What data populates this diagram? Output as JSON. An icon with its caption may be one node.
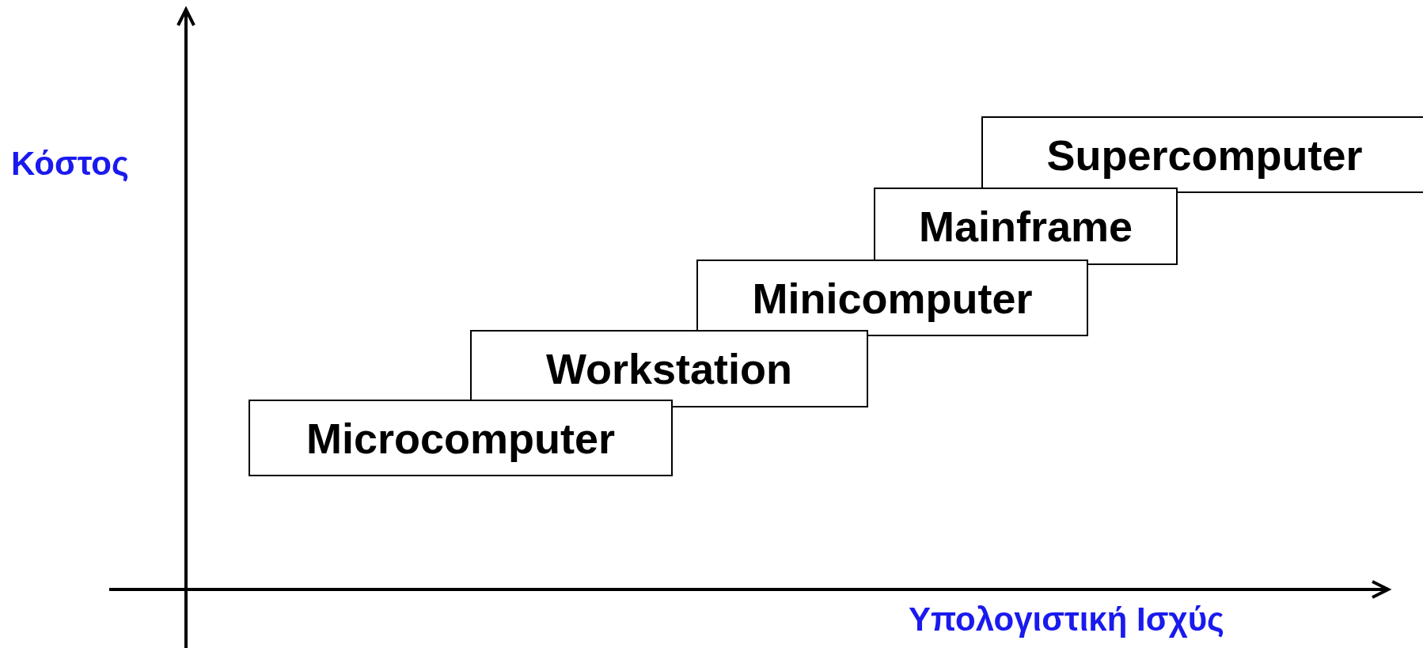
{
  "diagram": {
    "nodes": [
      {
        "text": [
          "Microcomputer"
        ]
      },
      {
        "text": [
          "Workstation"
        ]
      },
      {
        "text": [
          "Minicomputer"
        ]
      },
      {
        "text": [
          "Mainframe"
        ]
      },
      {
        "text": [
          "Supercomputer"
        ]
      }
    ],
    "labels": [
      "Κόστος",
      "Υπολογιστική Ισχύς"
    ]
  }
}
